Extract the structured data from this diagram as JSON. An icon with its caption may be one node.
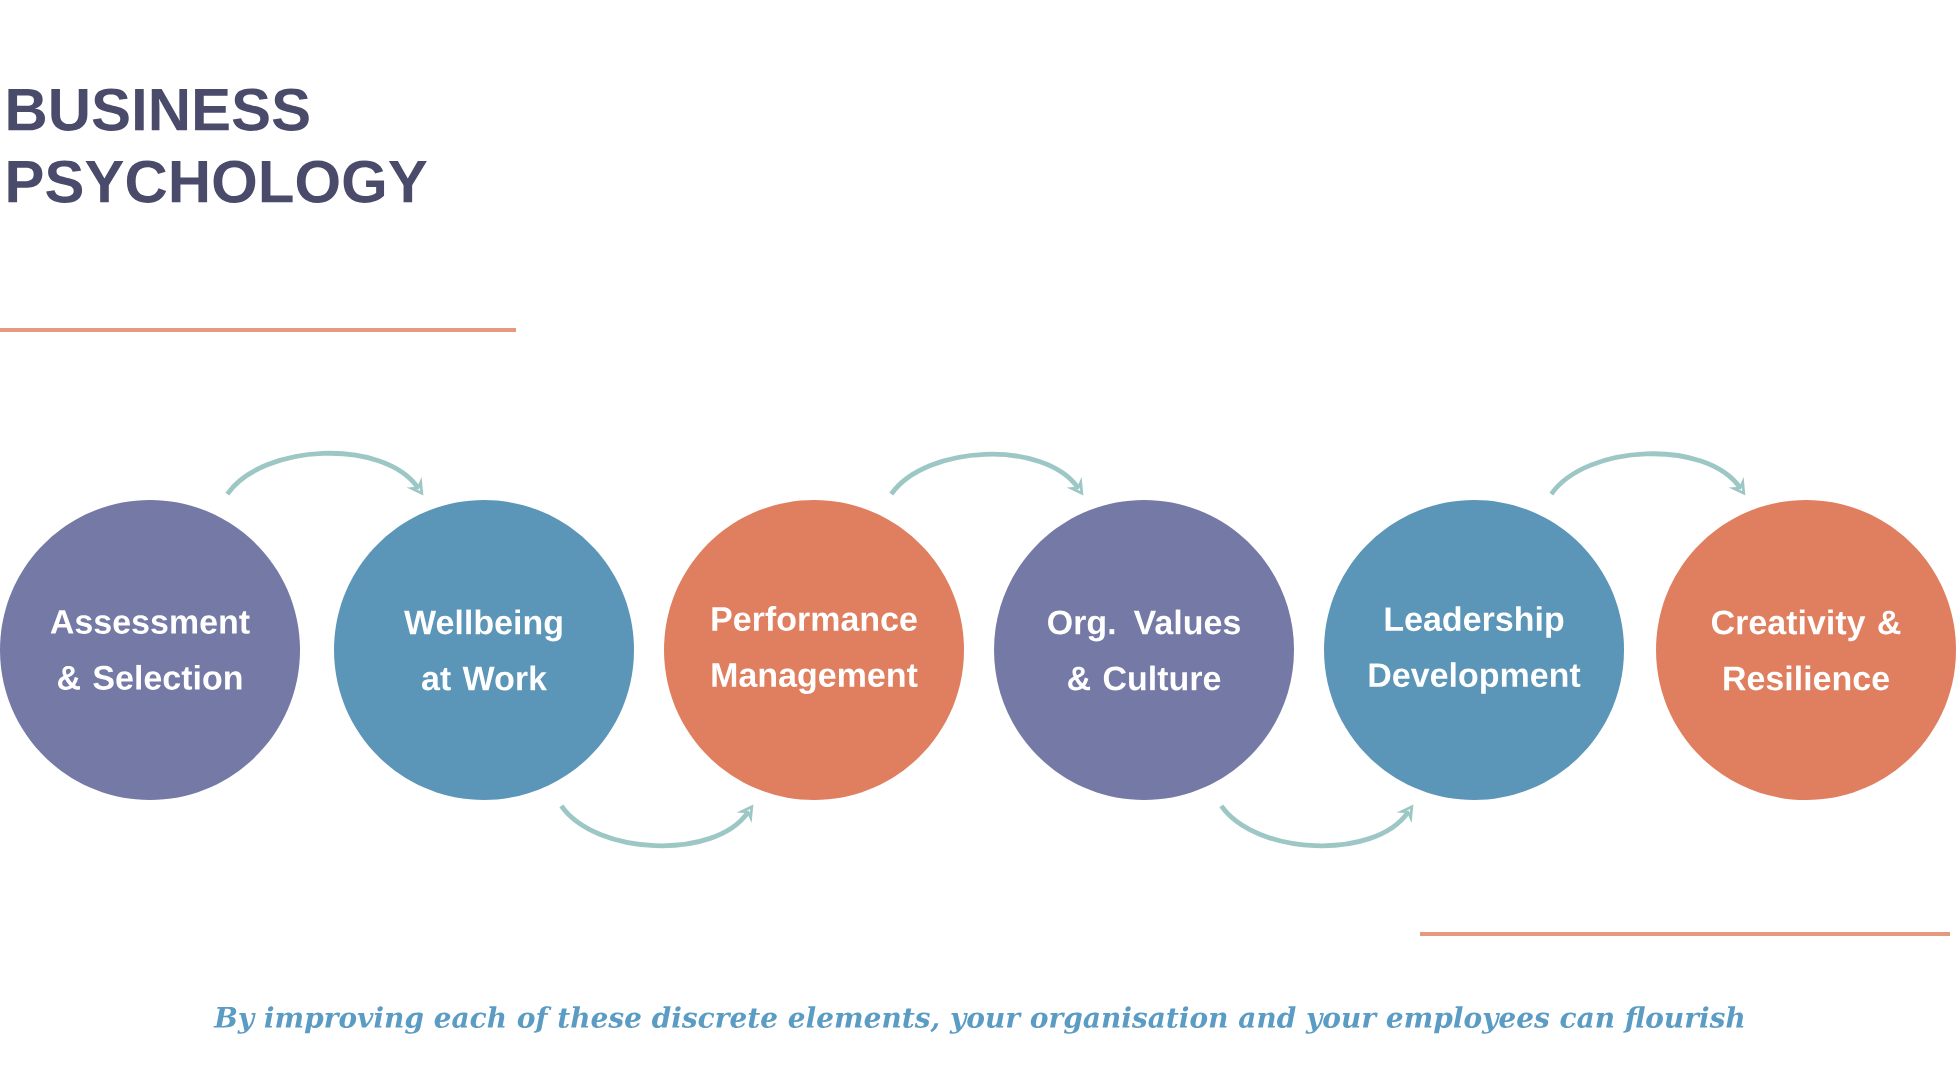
{
  "diagram": {
    "title": "BUSINESS PSYCHOLOGY",
    "caption": "By improving each of these discrete elements, your organisation and your employees can flourish",
    "nodes": [
      {
        "text": [
          "Assessment & Selection"
        ]
      },
      {
        "text": [
          "Wellbeing at Work"
        ]
      },
      {
        "text": [
          "Performance Management"
        ]
      },
      {
        "text": [
          "Org. Values & Culture"
        ]
      },
      {
        "text": [
          "Leadership Development"
        ]
      },
      {
        "text": [
          "Creativity & Resilience"
        ]
      }
    ],
    "edges": [
      {
        "from": 0,
        "to": 1,
        "arrow": "to"
      },
      {
        "from": 1,
        "to": 2,
        "arrow": "to"
      },
      {
        "from": 2,
        "to": 3,
        "arrow": "to"
      },
      {
        "from": 3,
        "to": 4,
        "arrow": "to"
      },
      {
        "from": 4,
        "to": 5,
        "arrow": "to"
      }
    ]
  }
}
